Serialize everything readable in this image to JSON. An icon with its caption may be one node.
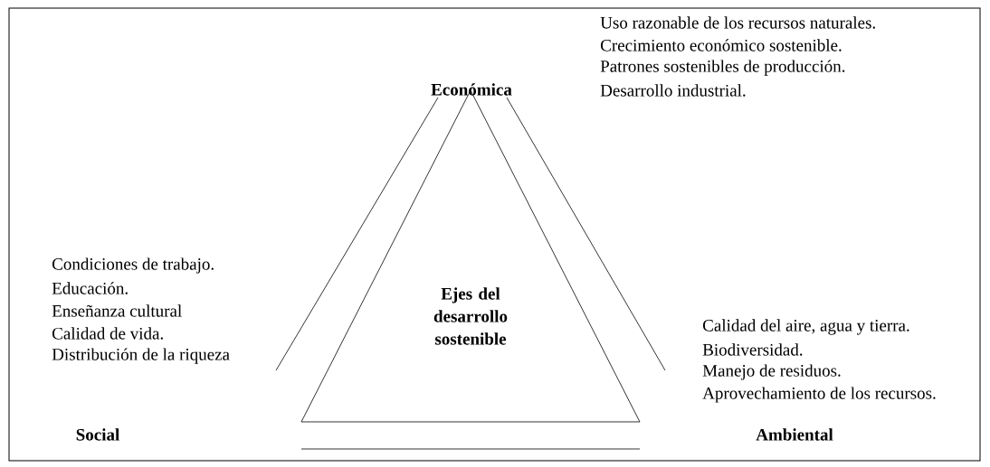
{
  "diagram": {
    "nodes": [
      {
        "text": [
          "Ejes del desarrollo sostenible"
        ]
      }
    ],
    "labels": [
      "Económica",
      "Uso razonable de los recursos naturales.",
      "Crecimiento económico sostenible.",
      "Patrones sostenibles de producción.",
      "Desarrollo industrial.",
      "Condiciones de trabajo.",
      "Educación.",
      "Enseñanza cultural",
      "Calidad de vida.",
      "Distribución de la riqueza",
      "Calidad del aire, agua y tierra.",
      "Biodiversidad.",
      "Manejo de residuos.",
      "Aprovechamiento de los recursos.",
      "Social",
      "Ambiental"
    ]
  }
}
